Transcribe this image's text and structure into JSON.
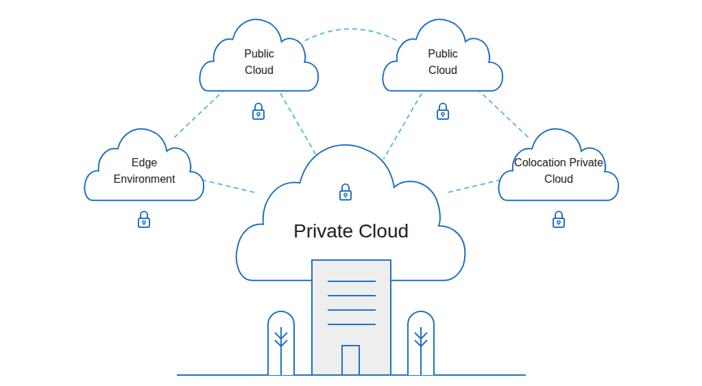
{
  "diagram": {
    "nodes": [
      {
        "text": [
          "Public Cloud"
        ]
      },
      {
        "text": [
          "Public Cloud"
        ]
      },
      {
        "text": [
          "Edge Environment"
        ]
      },
      {
        "text": [
          "Private Cloud"
        ]
      },
      {
        "text": [
          "Colocation Private Cloud"
        ]
      }
    ],
    "edges": [
      {
        "from": 0,
        "to": 1,
        "arrow": "none"
      },
      {
        "from": 0,
        "to": 2,
        "arrow": "none"
      },
      {
        "from": 0,
        "to": 3,
        "arrow": "none"
      },
      {
        "from": 1,
        "to": 3,
        "arrow": "none"
      },
      {
        "from": 1,
        "to": 4,
        "arrow": "none"
      },
      {
        "from": 2,
        "to": 3,
        "arrow": "none"
      },
      {
        "from": 4,
        "to": 3,
        "arrow": "none"
      }
    ]
  }
}
